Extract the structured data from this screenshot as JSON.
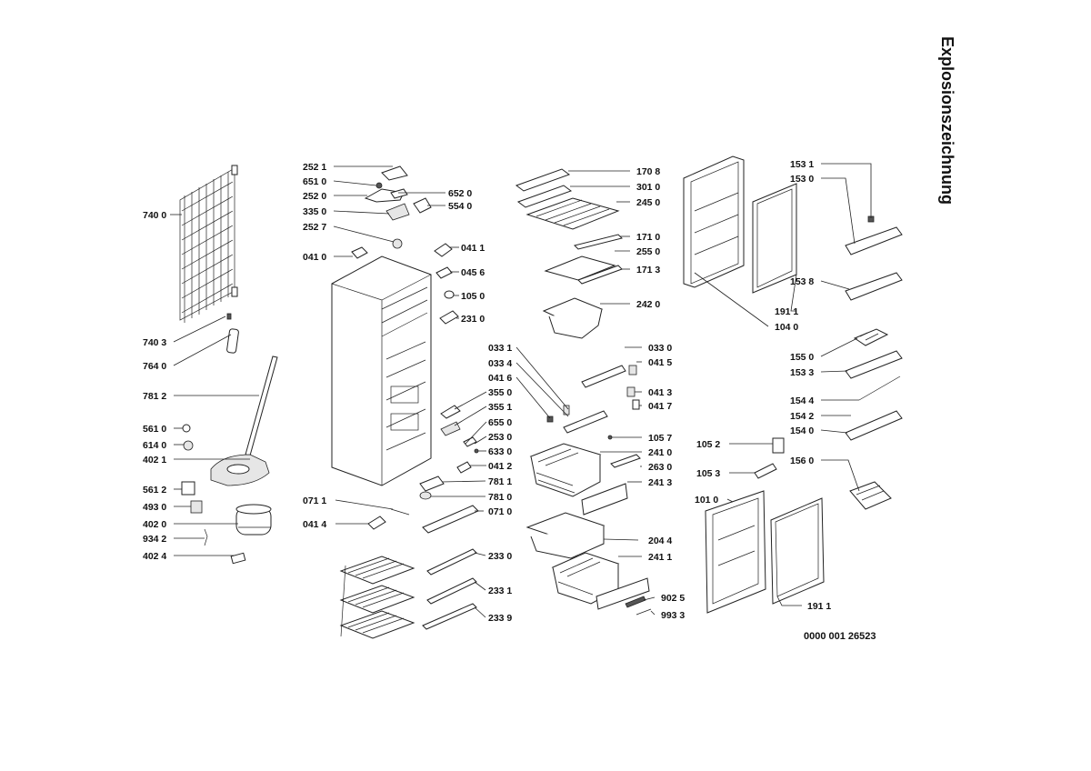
{
  "title": "Explosionszeichnung",
  "doc_number": "0000 001 26523",
  "callouts": [
    {
      "id": "c7400",
      "text": "740 0"
    },
    {
      "id": "c7403",
      "text": "740 3"
    },
    {
      "id": "c7640",
      "text": "764 0"
    },
    {
      "id": "c7812",
      "text": "781 2"
    },
    {
      "id": "c5610",
      "text": "561 0"
    },
    {
      "id": "c6140",
      "text": "614 0"
    },
    {
      "id": "c4021",
      "text": "402 1"
    },
    {
      "id": "c5612",
      "text": "561 2"
    },
    {
      "id": "c4930",
      "text": "493 0"
    },
    {
      "id": "c4020",
      "text": "402 0"
    },
    {
      "id": "c9342",
      "text": "934 2"
    },
    {
      "id": "c4024",
      "text": "402 4"
    },
    {
      "id": "c2521",
      "text": "252 1"
    },
    {
      "id": "c6510",
      "text": "651 0"
    },
    {
      "id": "c2520",
      "text": "252 0"
    },
    {
      "id": "c3350",
      "text": "335 0"
    },
    {
      "id": "c2527",
      "text": "252 7"
    },
    {
      "id": "c0410",
      "text": "041 0"
    },
    {
      "id": "c6520",
      "text": "652 0"
    },
    {
      "id": "c5540",
      "text": "554 0"
    },
    {
      "id": "c0411",
      "text": "041 1"
    },
    {
      "id": "c0456",
      "text": "045 6"
    },
    {
      "id": "c1050",
      "text": "105 0"
    },
    {
      "id": "c2310",
      "text": "231 0"
    },
    {
      "id": "c0331",
      "text": "033 1"
    },
    {
      "id": "c0334",
      "text": "033 4"
    },
    {
      "id": "c0416",
      "text": "041 6"
    },
    {
      "id": "c3550",
      "text": "355 0"
    },
    {
      "id": "c3551",
      "text": "355 1"
    },
    {
      "id": "c6550",
      "text": "655 0"
    },
    {
      "id": "c2530",
      "text": "253 0"
    },
    {
      "id": "c6330",
      "text": "633 0"
    },
    {
      "id": "c0412",
      "text": "041 2"
    },
    {
      "id": "c7811",
      "text": "781 1"
    },
    {
      "id": "c7810",
      "text": "781 0"
    },
    {
      "id": "c0711",
      "text": "071 1"
    },
    {
      "id": "c0710",
      "text": "071 0"
    },
    {
      "id": "c0414",
      "text": "041 4"
    },
    {
      "id": "c2330",
      "text": "233 0"
    },
    {
      "id": "c2331",
      "text": "233 1"
    },
    {
      "id": "c2339",
      "text": "233 9"
    },
    {
      "id": "c1708",
      "text": "170 8"
    },
    {
      "id": "c3010",
      "text": "301 0"
    },
    {
      "id": "c2450",
      "text": "245 0"
    },
    {
      "id": "c1710",
      "text": "171 0"
    },
    {
      "id": "c2550",
      "text": "255 0"
    },
    {
      "id": "c1713",
      "text": "171 3"
    },
    {
      "id": "c2420",
      "text": "242 0"
    },
    {
      "id": "c0330",
      "text": "033 0"
    },
    {
      "id": "c0415",
      "text": "041 5"
    },
    {
      "id": "c0413",
      "text": "041 3"
    },
    {
      "id": "c0417",
      "text": "041 7"
    },
    {
      "id": "c1057",
      "text": "105 7"
    },
    {
      "id": "c2410",
      "text": "241 0"
    },
    {
      "id": "c2630",
      "text": "263 0"
    },
    {
      "id": "c2413",
      "text": "241 3"
    },
    {
      "id": "c2044",
      "text": "204 4"
    },
    {
      "id": "c2411",
      "text": "241 1"
    },
    {
      "id": "c9025",
      "text": "902 5"
    },
    {
      "id": "c9933",
      "text": "993 3"
    },
    {
      "id": "c1911a",
      "text": "191 1"
    },
    {
      "id": "c1040",
      "text": "104 0"
    },
    {
      "id": "c1531",
      "text": "153 1"
    },
    {
      "id": "c1530",
      "text": "153 0"
    },
    {
      "id": "c1538",
      "text": "153 8"
    },
    {
      "id": "c1550",
      "text": "155 0"
    },
    {
      "id": "c1533",
      "text": "153 3"
    },
    {
      "id": "c1544",
      "text": "154 4"
    },
    {
      "id": "c1542",
      "text": "154 2"
    },
    {
      "id": "c1540",
      "text": "154 0"
    },
    {
      "id": "c1052",
      "text": "105 2"
    },
    {
      "id": "c1053",
      "text": "105 3"
    },
    {
      "id": "c1560",
      "text": "156 0"
    },
    {
      "id": "c1010",
      "text": "101 0"
    },
    {
      "id": "c1911b",
      "text": "191 1"
    }
  ]
}
